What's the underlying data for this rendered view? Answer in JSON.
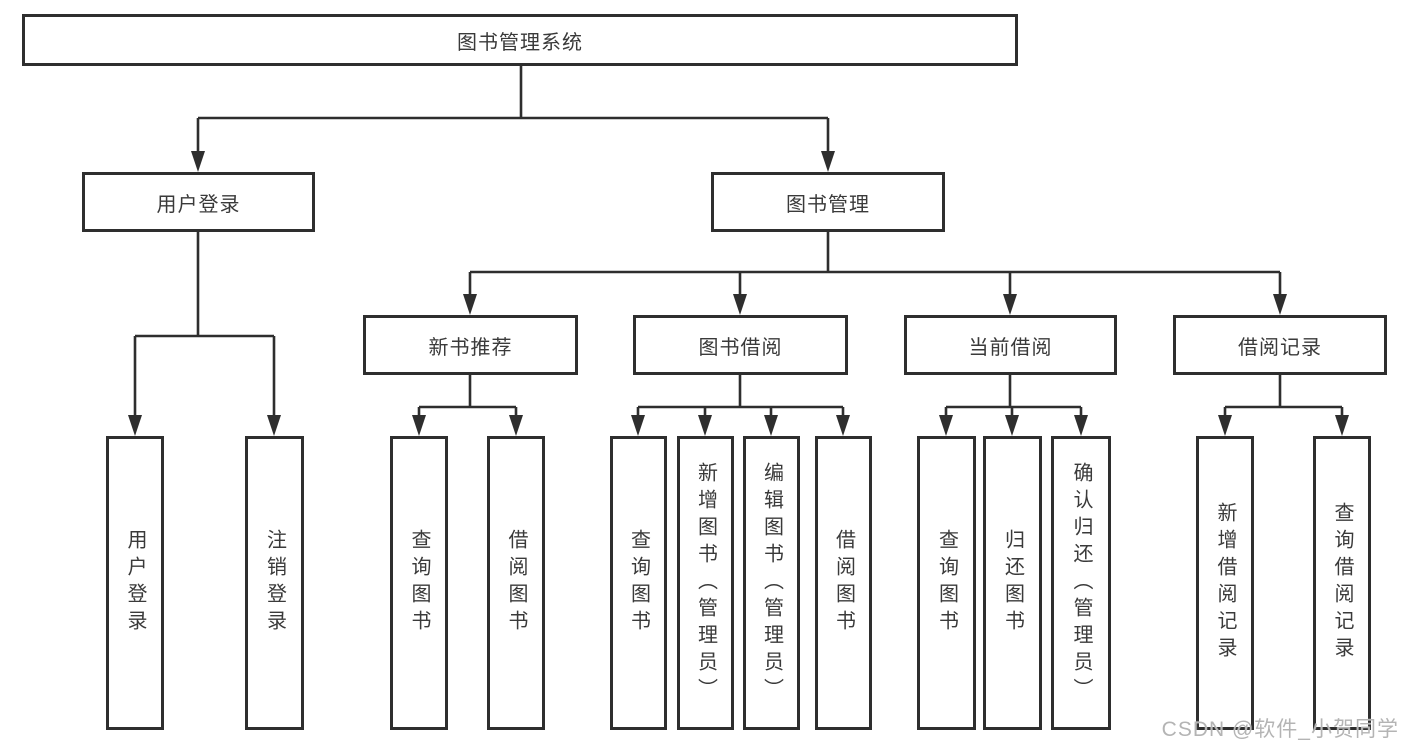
{
  "diagram": {
    "root": {
      "label": "图书管理系统"
    },
    "branches": [
      {
        "label": "用户登录",
        "children": [
          {
            "label": "用户登录"
          },
          {
            "label": "注销登录"
          }
        ]
      },
      {
        "label": "图书管理",
        "children": [
          {
            "label": "新书推荐",
            "children": [
              {
                "label": "查询图书"
              },
              {
                "label": "借阅图书"
              }
            ]
          },
          {
            "label": "图书借阅",
            "children": [
              {
                "label": "查询图书"
              },
              {
                "label": "新增图书（管理员）"
              },
              {
                "label": "编辑图书（管理员）"
              },
              {
                "label": "借阅图书"
              }
            ]
          },
          {
            "label": "当前借阅",
            "children": [
              {
                "label": "查询图书"
              },
              {
                "label": "归还图书"
              },
              {
                "label": "确认归还（管理员）"
              }
            ]
          },
          {
            "label": "借阅记录",
            "children": [
              {
                "label": "新增借阅记录"
              },
              {
                "label": "查询借阅记录"
              }
            ]
          }
        ]
      }
    ]
  },
  "colors": {
    "line": "#2e2e2e",
    "text": "#3a3a3a",
    "watermark": "#b4b4b4",
    "background": "#ffffff"
  },
  "watermark": {
    "text": "CSDN @软件_小贺同学"
  }
}
